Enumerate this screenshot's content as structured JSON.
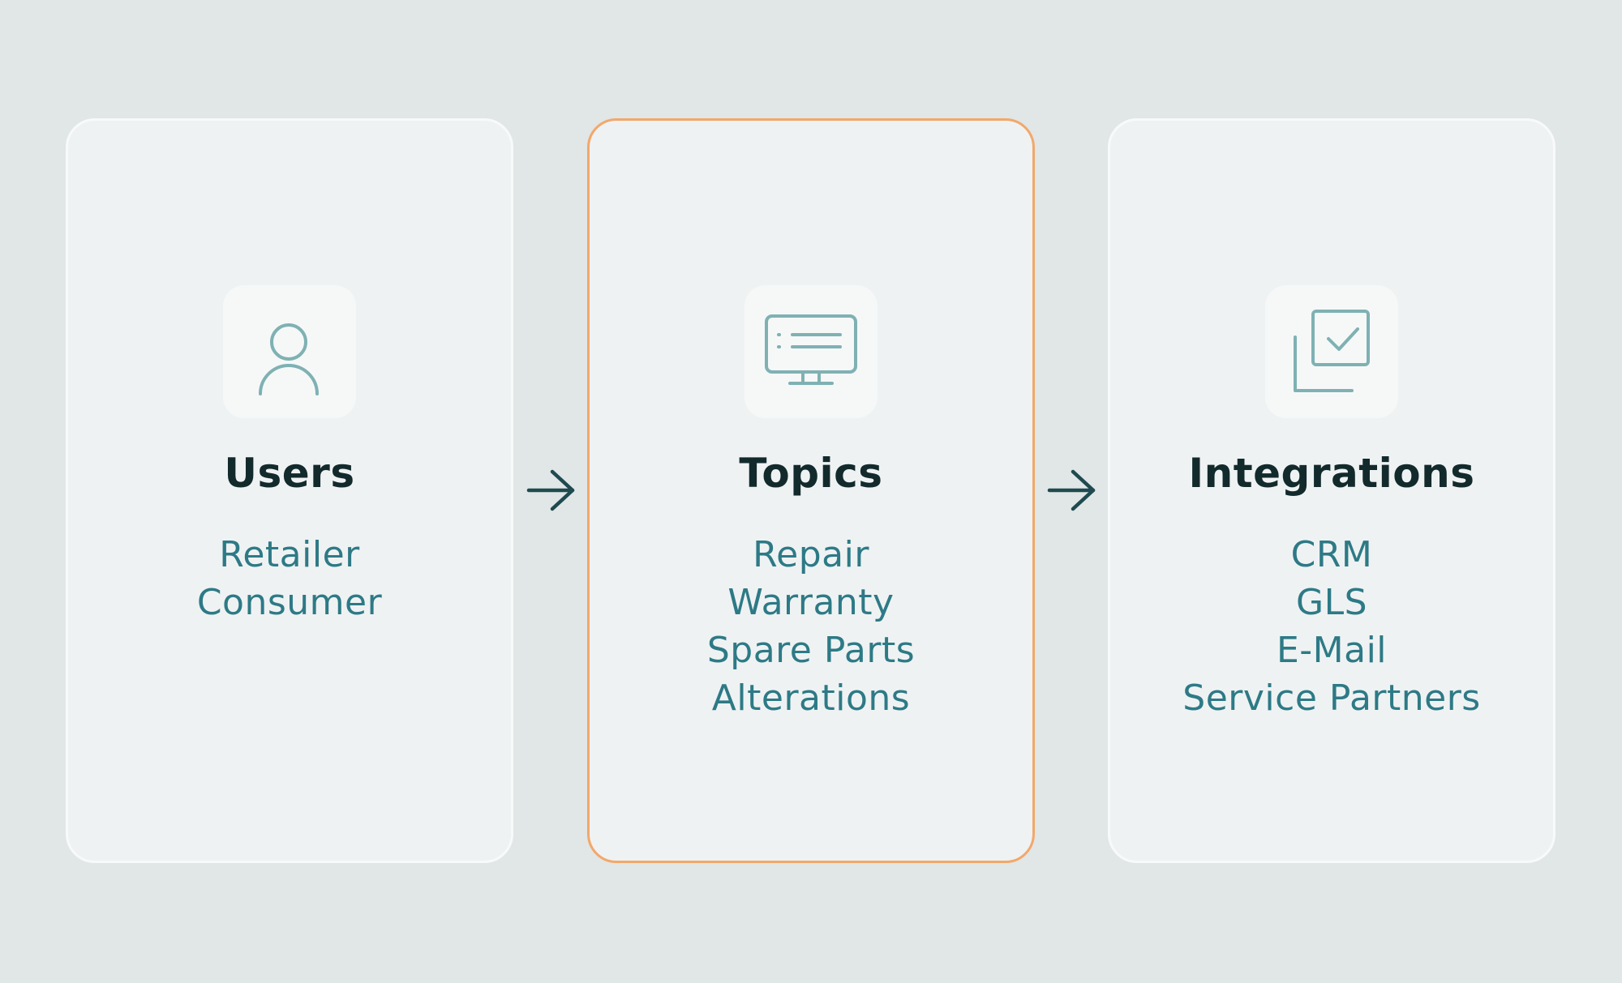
{
  "steps": [
    {
      "title": "Users",
      "icon": "user-icon",
      "items": [
        "Retailer",
        "Consumer"
      ]
    },
    {
      "title": "Topics",
      "icon": "monitor-list-icon",
      "items": [
        "Repair",
        "Warranty",
        "Spare Parts",
        "Alterations"
      ]
    },
    {
      "title": "Integrations",
      "icon": "checked-window-icon",
      "items": [
        "CRM",
        "GLS",
        "E-Mail",
        "Service Partners"
      ]
    }
  ],
  "colors": {
    "background": "#e1e6e6",
    "card": "#eff2f3",
    "active_border": "#f2a86a",
    "title": "#132a2c",
    "item_text": "#2d7a86",
    "icon_stroke": "#7fb1b3",
    "arrow": "#1f4a50"
  }
}
